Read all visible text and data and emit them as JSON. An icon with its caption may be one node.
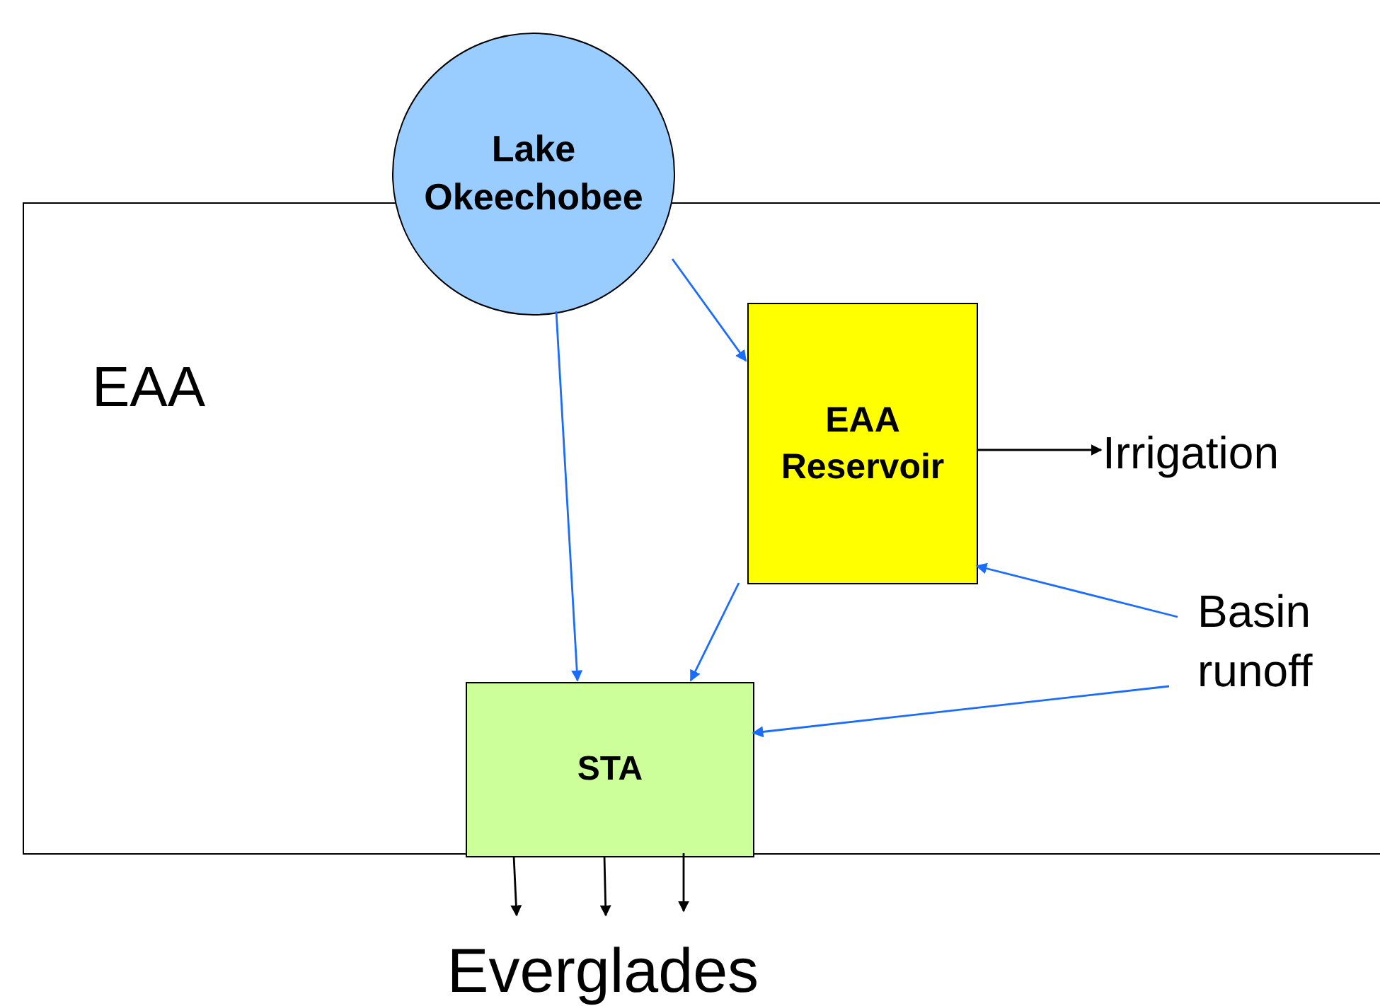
{
  "diagram": {
    "nodes": [
      {
        "text": [
          "EAA"
        ]
      },
      {
        "text": [
          "Lake Okeechobee"
        ]
      },
      {
        "text": [
          "EAA Reservoir"
        ],
        "in": 0
      },
      {
        "text": [
          "STA"
        ],
        "in": 0
      },
      {
        "text": [
          "Irrigation"
        ],
        "in": 0
      },
      {
        "text": [
          "Basin runoff"
        ],
        "in": 0
      },
      {
        "text": [
          "Everglades"
        ]
      }
    ],
    "edges": [
      {
        "from": 1,
        "to": 2,
        "arrow": "to"
      },
      {
        "from": 1,
        "to": 3,
        "arrow": "to"
      },
      {
        "from": 2,
        "to": 3,
        "arrow": "to"
      },
      {
        "from": 2,
        "to": 4,
        "arrow": "to",
        "color": "#000000"
      },
      {
        "from": 5,
        "to": 2,
        "arrow": "to"
      },
      {
        "from": 5,
        "to": 3,
        "arrow": "to"
      },
      {
        "from": 3,
        "to": 6,
        "arrow": "to",
        "color": "#000000"
      },
      {
        "from": 3,
        "to": 6,
        "arrow": "to",
        "color": "#000000"
      },
      {
        "from": 3,
        "to": 6,
        "arrow": "to",
        "color": "#000000"
      }
    ]
  }
}
